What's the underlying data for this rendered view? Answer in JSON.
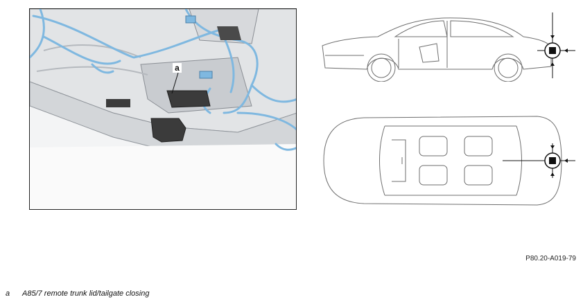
{
  "callout": {
    "label": "a"
  },
  "figure_code": "P80.20-A019-79",
  "legend": [
    {
      "key": "a",
      "text": "A85/7 remote trunk lid/tailgate closing"
    }
  ],
  "colors": {
    "cable": "#7fb8e0",
    "component": "#3b3b3b",
    "outline": "#555555",
    "marker": "#111111"
  },
  "icons": {
    "position-marker": "crosshair-target-icon"
  }
}
